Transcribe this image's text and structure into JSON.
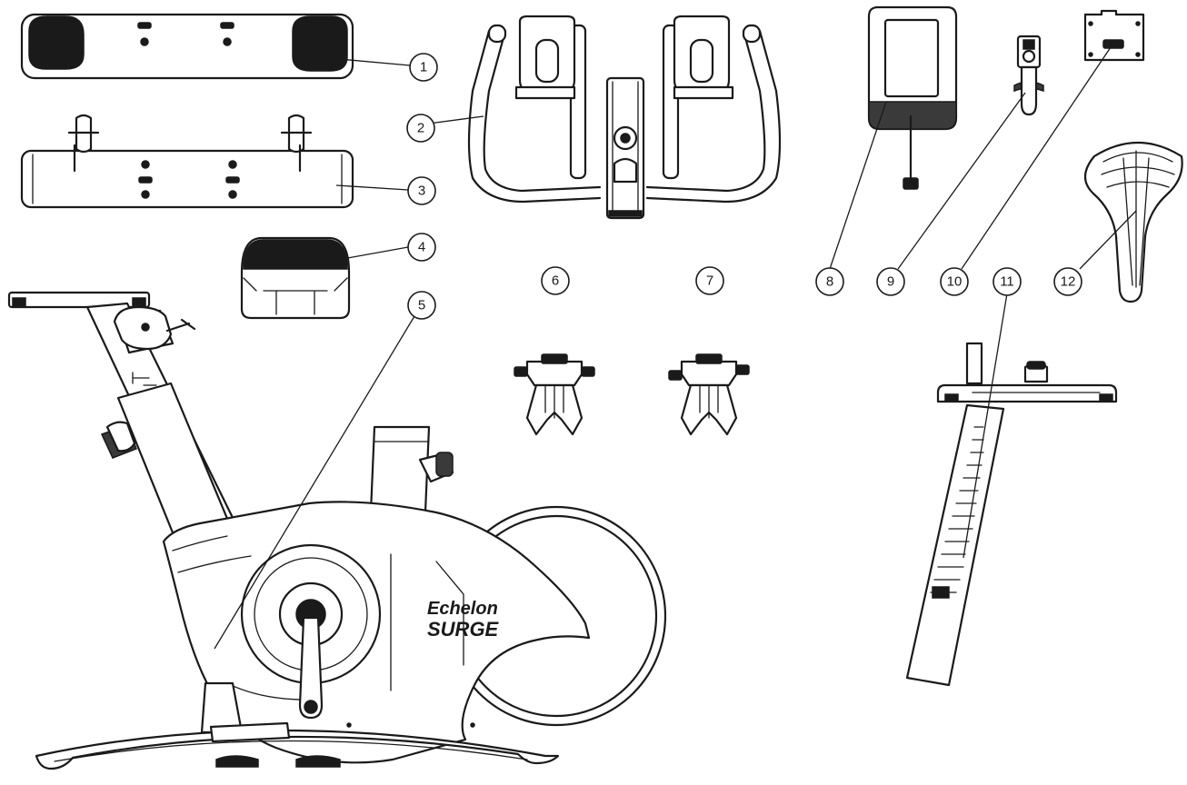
{
  "diagram": {
    "callouts": [
      "1",
      "2",
      "3",
      "4",
      "5",
      "6",
      "7",
      "8",
      "9",
      "10",
      "11",
      "12"
    ],
    "logo_line1": "Echelon",
    "logo_line2": "SURGE"
  }
}
